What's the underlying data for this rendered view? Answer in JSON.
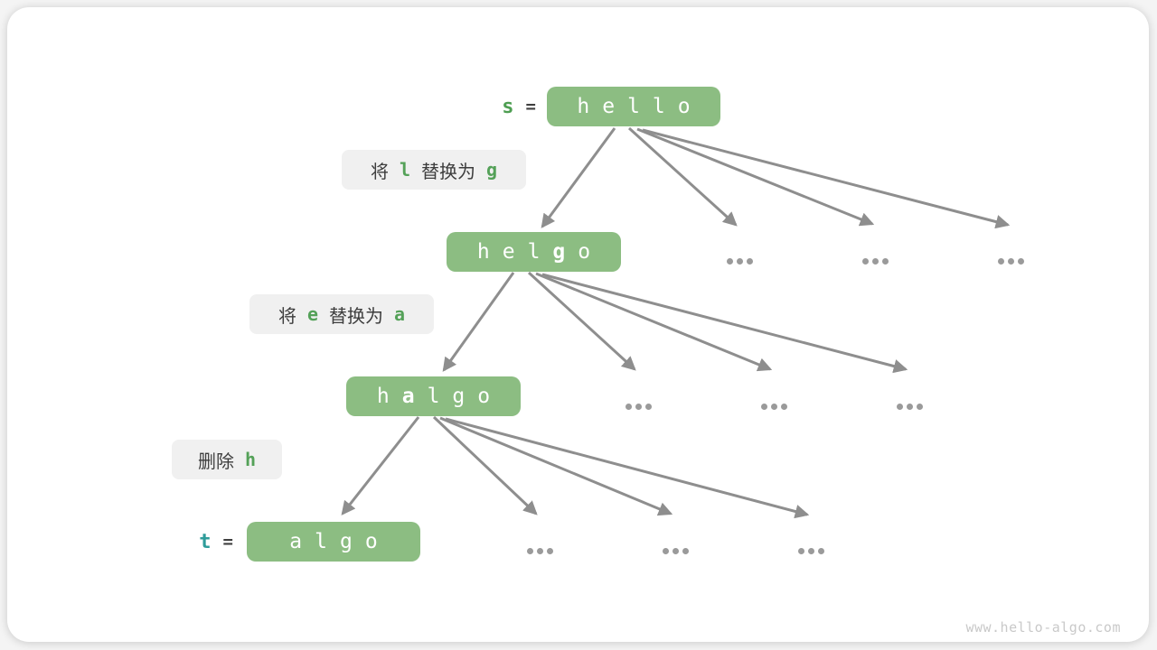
{
  "diagram": {
    "description": "Edit distance decision tree: transform string s=hello into t=algo",
    "watermark": "www.hello-algo.com",
    "colors": {
      "node_green": "#8cbd82",
      "label_bg": "#f0f0f0",
      "code_green": "#54a158",
      "var_s_green": "#4e9e52",
      "var_t_teal": "#2f9c9a",
      "arrow_gray": "#8e8e8e",
      "text_dark": "#3d3d3d",
      "dot_gray": "#9a9a9a"
    },
    "nodes": [
      {
        "id": "hello",
        "var": "s",
        "eq": "=",
        "chars": [
          "h",
          "e",
          "l",
          "l",
          "o"
        ]
      },
      {
        "id": "helgo",
        "chars": [
          "h",
          "e",
          "l",
          "g",
          "o"
        ],
        "changed_char": "g"
      },
      {
        "id": "halgo",
        "chars": [
          "h",
          "a",
          "l",
          "g",
          "o"
        ],
        "changed_char": "a"
      },
      {
        "id": "algo",
        "var": "t",
        "eq": "=",
        "chars": [
          "a",
          "l",
          "g",
          "o"
        ]
      }
    ],
    "operations": [
      {
        "t1": "将",
        "c1": "l",
        "t2": "替换为",
        "c2": "g"
      },
      {
        "t1": "将",
        "c1": "e",
        "t2": "替换为",
        "c2": "a"
      },
      {
        "t1": "删除",
        "c1": "h"
      }
    ],
    "ellipsis_rows": 3,
    "ellipsis_per_row": 3
  }
}
